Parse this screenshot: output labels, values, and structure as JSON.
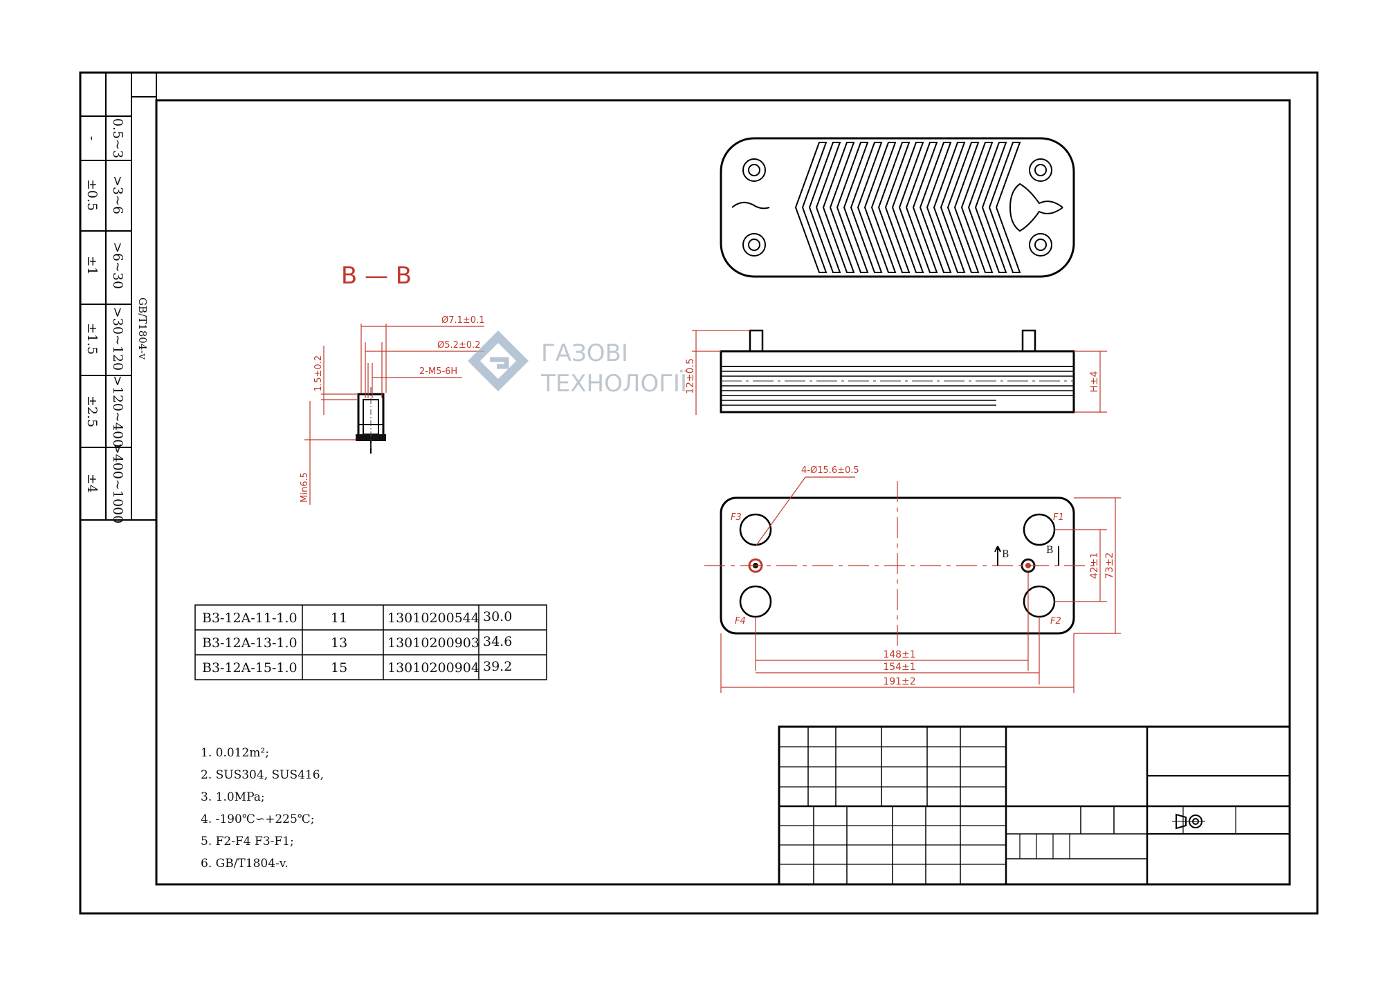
{
  "tolerance_table": {
    "ranges": [
      "0.5~3",
      ">3~6",
      ">6~30",
      ">30~120",
      ">120~400",
      ">400~1000"
    ],
    "tolerances": [
      "-",
      "±0.5",
      "±1",
      "±1.5",
      "±2.5",
      "±4"
    ],
    "standard": "GB/T1804-v"
  },
  "section": {
    "label": "B — B",
    "dims": {
      "d1": "Ø7.1±0.1",
      "d2": "Ø5.2±0.2",
      "thread": "2-M5-6H",
      "h1": "1.5±0.2",
      "min": "Min6.5"
    }
  },
  "watermark": {
    "line1": "ГАЗОВІ",
    "line2": "ТЕХНОЛОГІЇ"
  },
  "side_view": {
    "dim_left": "12±0.5",
    "dim_right": "H±4"
  },
  "front_view": {
    "holes": "4-Ø15.6±0.5",
    "ports": [
      "F3",
      "F1",
      "F4",
      "F2"
    ],
    "section_marks": [
      "B",
      "B"
    ],
    "dim_148": "148±1",
    "dim_154": "154±1",
    "dim_191": "191±2",
    "dim_42": "42±1",
    "dim_73": "73±2"
  },
  "models": [
    {
      "model": "B3-12A-11-1.0",
      "plates": "11",
      "code": "13010200544",
      "weight": "30.0"
    },
    {
      "model": "B3-12A-13-1.0",
      "plates": "13",
      "code": "13010200903",
      "weight": "34.6"
    },
    {
      "model": "B3-12A-15-1.0",
      "plates": "15",
      "code": "13010200904",
      "weight": "39.2"
    }
  ],
  "notes": [
    "1. 0.012m²;",
    "2. SUS304, SUS416,",
    "3. 1.0MPa;",
    "4. -190℃∽+225℃;",
    "5. F2-F4 F3-F1;",
    "6. GB/T1804-v."
  ]
}
